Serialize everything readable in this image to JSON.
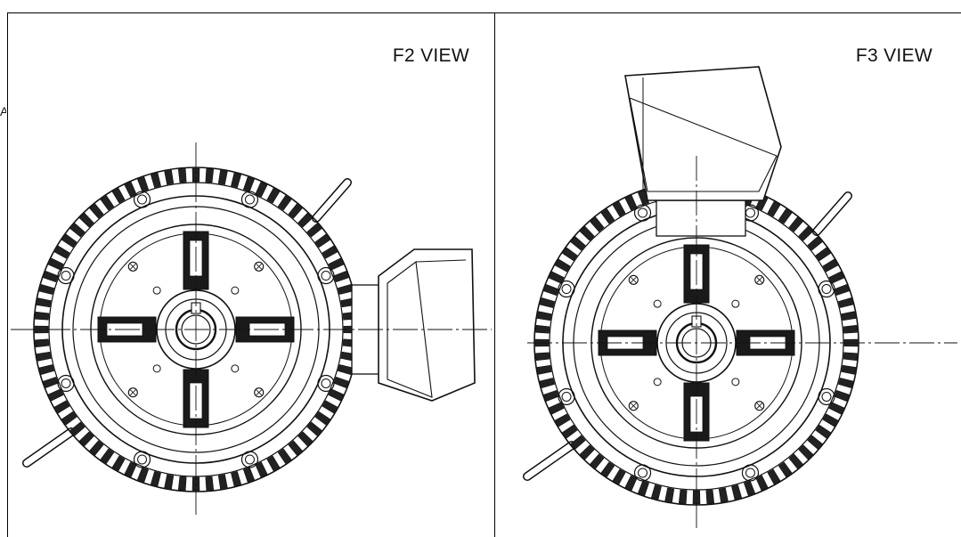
{
  "views": [
    {
      "label": "F2 VIEW",
      "terminal_box_side": "right"
    },
    {
      "label": "F3 VIEW",
      "terminal_box_side": "top"
    }
  ],
  "edge_mark": "A"
}
